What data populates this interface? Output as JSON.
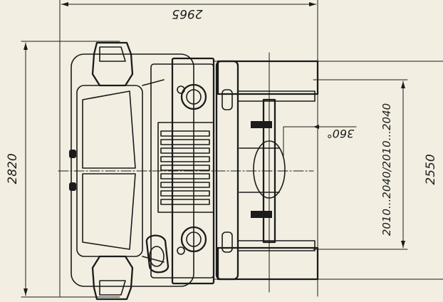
{
  "diagram": {
    "dimensions": {
      "overall_length": "2965",
      "overall_width": "2820",
      "track_width": "2010...2040/2010...2040",
      "width_at_wheels": "2550",
      "steering_angle": "360°"
    }
  }
}
